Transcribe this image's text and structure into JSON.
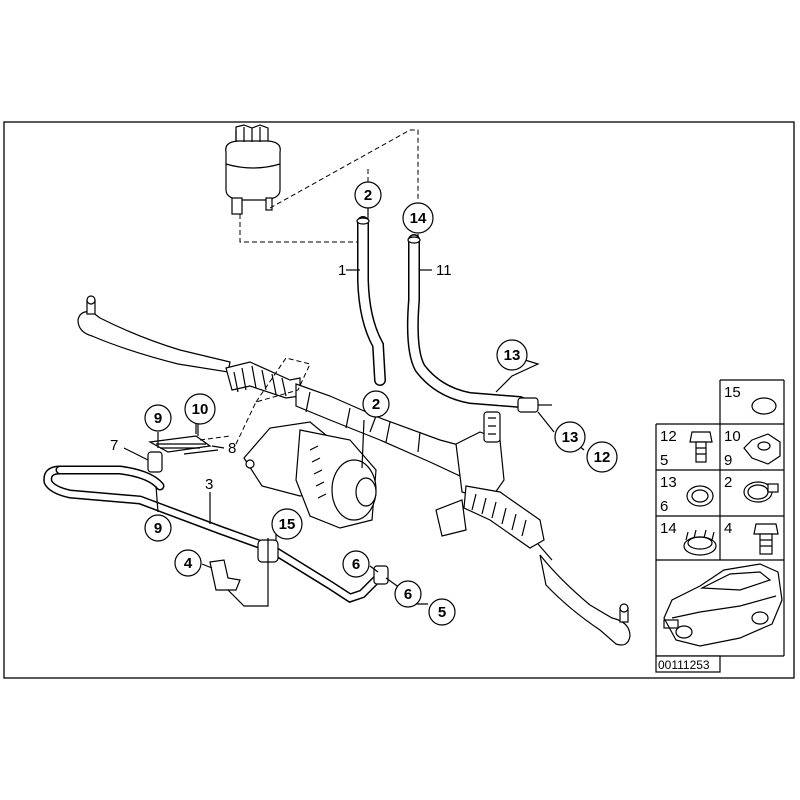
{
  "diagram": {
    "circled_callouts": [
      "2",
      "14",
      "13",
      "2",
      "13",
      "12",
      "9",
      "10",
      "9",
      "15",
      "4",
      "6",
      "6",
      "5"
    ],
    "plain_labels": [
      "1",
      "11",
      "7",
      "8",
      "3"
    ],
    "legend": {
      "cells": [
        {
          "labels": [
            "15"
          ],
          "icon": "o-ring-icon"
        },
        {
          "labels": [
            "12",
            "5"
          ],
          "icon": "hollow-bolt-icon"
        },
        {
          "labels": [
            "10",
            "9"
          ],
          "icon": "hex-nut-icon"
        },
        {
          "labels": [
            "13",
            "6"
          ],
          "icon": "sealing-ring-icon"
        },
        {
          "labels": [
            "2"
          ],
          "icon": "hose-clamp-icon"
        },
        {
          "labels": [
            "14"
          ],
          "icon": "clamp-ring-icon"
        },
        {
          "labels": [
            "4"
          ],
          "icon": "hex-bolt-icon"
        }
      ],
      "car_image": "sedan-car-icon"
    },
    "drawing_number": "00111253"
  }
}
